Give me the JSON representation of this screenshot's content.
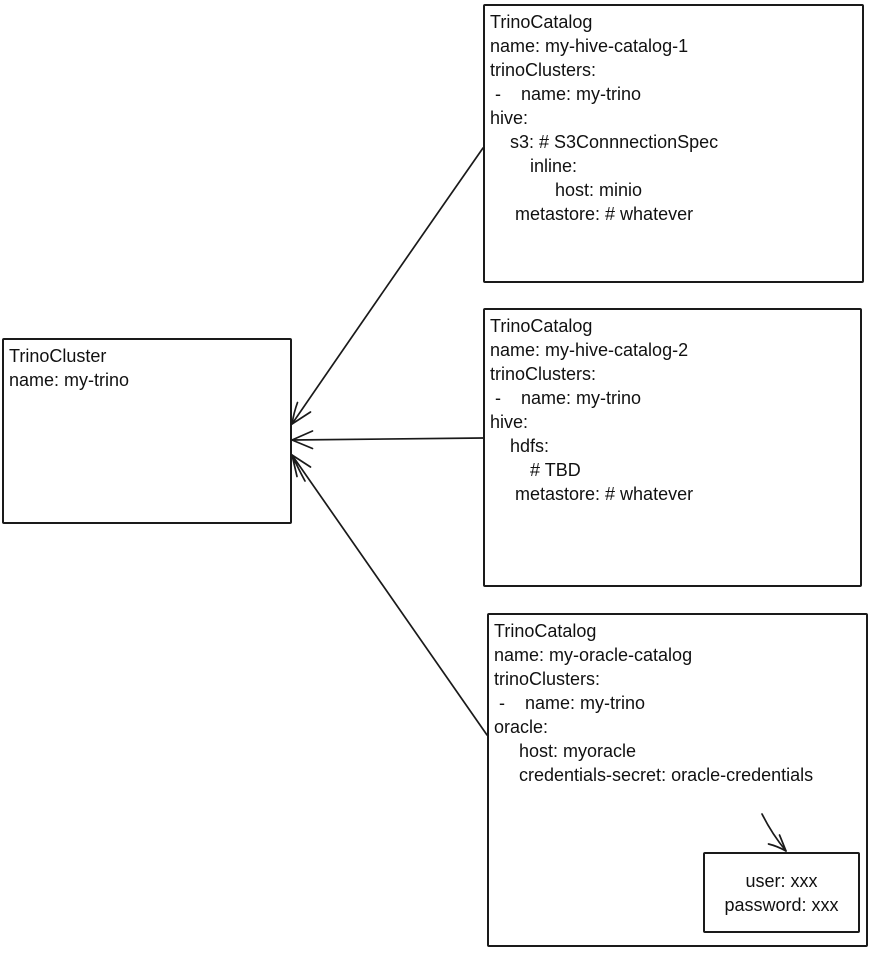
{
  "diagram": {
    "title": "TrinoCluster and TrinoCatalog relationship diagram",
    "cluster": {
      "kind": "TrinoCluster",
      "lines": [
        "TrinoCluster",
        "name: my-trino"
      ]
    },
    "catalogs": [
      {
        "kind": "TrinoCatalog",
        "name": "my-hive-catalog-1",
        "lines": [
          "TrinoCatalog",
          "name: my-hive-catalog-1",
          "trinoClusters:",
          " -    name: my-trino",
          "hive:",
          "    s3: # S3ConnnectionSpec",
          "        inline:",
          "             host: minio",
          "     metastore: # whatever"
        ]
      },
      {
        "kind": "TrinoCatalog",
        "name": "my-hive-catalog-2",
        "lines": [
          "TrinoCatalog",
          "name: my-hive-catalog-2",
          "trinoClusters:",
          " -    name: my-trino",
          "hive:",
          "    hdfs:",
          "        # TBD",
          "     metastore: # whatever"
        ]
      },
      {
        "kind": "TrinoCatalog",
        "name": "my-oracle-catalog",
        "lines": [
          "TrinoCatalog",
          "name: my-oracle-catalog",
          "trinoClusters:",
          " -    name: my-trino",
          "oracle:",
          "     host: myoracle",
          "     credentials-secret: oracle-credentials"
        ]
      }
    ],
    "secret": {
      "kind": "Secret",
      "lines": [
        "user: xxx",
        "password: xxx"
      ]
    },
    "connectors": [
      {
        "from": "catalog-hive-1",
        "to": "trino-cluster",
        "arrowhead": "open-v"
      },
      {
        "from": "catalog-hive-2",
        "to": "trino-cluster",
        "arrowhead": "open-v"
      },
      {
        "from": "catalog-oracle",
        "to": "trino-cluster",
        "arrowhead": "open-v"
      },
      {
        "from": "credentials-secret-reference",
        "to": "secret-box",
        "arrowhead": "open-v"
      }
    ]
  },
  "colors": {
    "stroke": "#1a1a1a",
    "background": "#ffffff",
    "text": "#111111"
  }
}
